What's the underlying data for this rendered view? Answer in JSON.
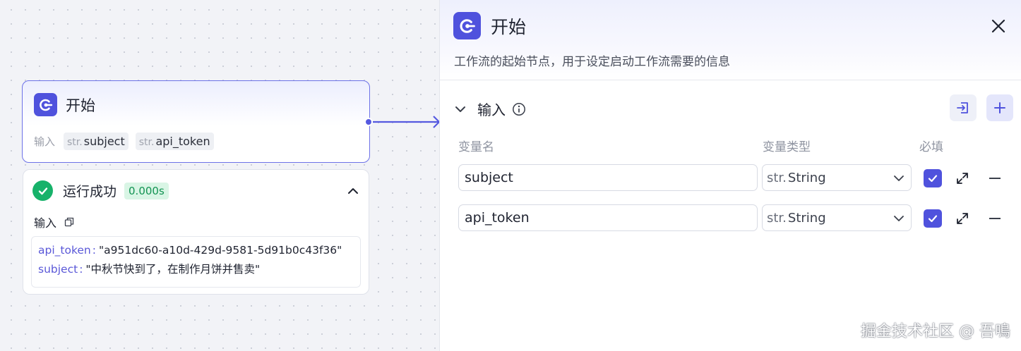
{
  "node": {
    "title": "开始",
    "input_label": "输入",
    "inputs": [
      {
        "type": "str.",
        "name": "subject"
      },
      {
        "type": "str.",
        "name": "api_token"
      }
    ]
  },
  "result": {
    "status": "运行成功",
    "time": "0.000s",
    "input_label": "输入",
    "entries": [
      {
        "key": "api_token",
        "sep": ":",
        "value": "\"a951dc60-a10d-429d-9581-5d91b0c43f36\""
      },
      {
        "key": "subject",
        "sep": ":",
        "value": "\"中秋节快到了，在制作月饼并售卖\""
      }
    ]
  },
  "panel": {
    "title": "开始",
    "description": "工作流的起始节点，用于设定启动工作流需要的信息",
    "section_title": "输入",
    "columns": {
      "name": "变量名",
      "type": "变量类型",
      "required": "必填"
    },
    "variables": [
      {
        "name": "subject",
        "type_prefix": "str.",
        "type": "String",
        "required": true
      },
      {
        "name": "api_token",
        "type_prefix": "str.",
        "type": "String",
        "required": true
      }
    ]
  },
  "watermark": "掘金技术社区 @ 吾鳴",
  "colors": {
    "accent": "#4f52dd",
    "success": "#17b26a"
  },
  "icons": [
    "workflow-start-icon",
    "check-circle-icon",
    "chevron-up-icon",
    "copy-icon",
    "close-icon",
    "chevron-down-icon",
    "info-icon",
    "import-icon",
    "plus-icon",
    "checkbox-checked-icon",
    "expand-icon",
    "minus-icon"
  ]
}
